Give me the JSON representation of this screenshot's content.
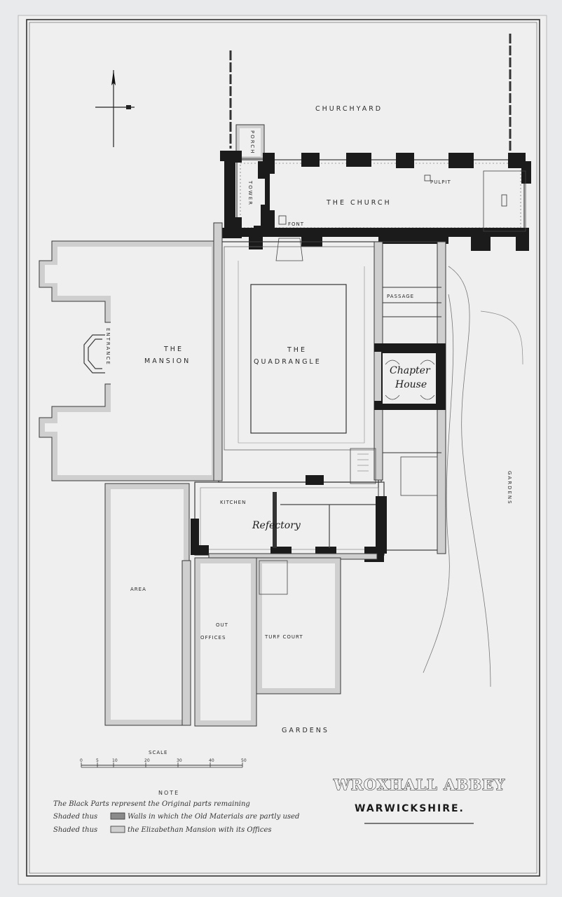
{
  "labels": {
    "churchyard": "CHURCHYARD",
    "church": "THE CHURCH",
    "porch": "PORCH",
    "tower": "TOWER",
    "pulpit": "PULPIT",
    "font": "FONT",
    "mansion_line1": "THE",
    "mansion_line2": "MANSION",
    "entrance": "ENTRANCE",
    "quadrangle_line1": "THE",
    "quadrangle_line2": "QUADRANGLE",
    "passage": "PASSAGE",
    "chapter_line1": "Chapter",
    "chapter_line2": "House",
    "kitchen": "KITCHEN",
    "refectory": "Refectory",
    "area": "AREA",
    "out_offices_line1": "OUT",
    "out_offices_line2": "OFFICES",
    "turf_court": "TURF COURT",
    "gardens_bottom": "GARDENS",
    "gardens_right": "GARDENS"
  },
  "scale": {
    "label": "SCALE",
    "ticks": [
      "0",
      "5",
      "10",
      "20",
      "30",
      "40",
      "50"
    ]
  },
  "note": {
    "heading": "NOTE",
    "line1": "The Black Parts represent the Original parts remaining",
    "line2_prefix": "Shaded thus",
    "line2_text": "Walls in which the Old Materials are partly used",
    "line3_prefix": "Shaded thus",
    "line3_text": "the Elizabethan Mansion with its Offices"
  },
  "title": {
    "main": "WROXHALL ABBEY",
    "sub": "WARWICKSHIRE."
  }
}
